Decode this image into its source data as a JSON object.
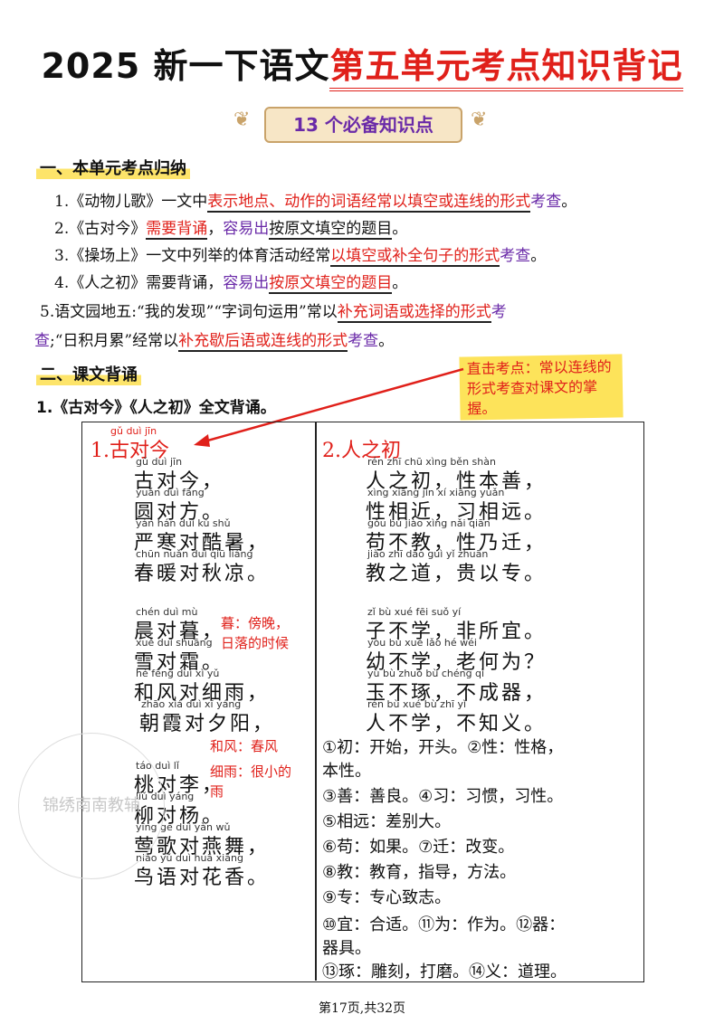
{
  "title": {
    "prefix": "2025 新一下语文",
    "highlight": "第五单元考点知识背记"
  },
  "badge": "13 个必备知识点",
  "section1": {
    "heading": "一、本单元考点归纳"
  },
  "section2": {
    "heading": "二、课文背诵",
    "sub": "1.《古对今》《人之初》全文背诵。"
  },
  "note": "直击考点：常以连线的形式考查对课文的掌握。",
  "left": {
    "header": "1.古对今",
    "header_py": "gǔ duì jīn",
    "lines": [
      {
        "py": "gǔ  duì  jīn",
        "hz": "古对今，"
      },
      {
        "py": "yuán duì fāng",
        "hz": "圆对方。"
      },
      {
        "py": "yán hán duì kù shǔ",
        "hz": "严寒对酷暑，"
      },
      {
        "py": "chūn nuǎn duì qiū liáng",
        "hz": "春暖对秋凉。"
      },
      {
        "py": "chén duì mù",
        "hz": "晨对暮，"
      },
      {
        "py": "xuě duì shuāng",
        "hz": "雪对霜。"
      },
      {
        "py": "hé fēng duì xì yǔ",
        "hz": "和风对细雨，"
      },
      {
        "py": "zhāo xiá duì xī yáng",
        "hz": "朝霞对夕阳，"
      },
      {
        "py": "táo duì lǐ",
        "hz": "桃对李，"
      },
      {
        "py": "liǔ duì yáng",
        "hz": "柳对杨。"
      },
      {
        "py": "yīng gē duì yàn wǔ",
        "hz": "莺歌对燕舞，"
      },
      {
        "py": "niǎo yǔ duì huā xiāng",
        "hz": "鸟语对花香。"
      }
    ],
    "gloss1_a": "暮：傍晚，",
    "gloss1_b": "日落的时候",
    "gloss2": "和风：春风",
    "gloss3_a": "细雨：很小的",
    "gloss3_b": "雨"
  },
  "right": {
    "header": "2.人之初",
    "lines": [
      {
        "py": "rén zhī chū  xìng běn shàn",
        "hz": "人之初，性本善，"
      },
      {
        "py": "xìng xiāng jìn  xí xiāng yuǎn",
        "hz": "性相近，习相远。"
      },
      {
        "py": "gǒu bú jiào  xìng nǎi qiān",
        "hz": "苟不教，性乃迁，"
      },
      {
        "py": "jiào zhī dào  guì yǐ zhuān",
        "hz": "教之道，贵以专。"
      },
      {
        "py": "zǐ bù xué  fēi suǒ yí",
        "hz": "子不学，非所宜。"
      },
      {
        "py": "yòu bù xué  lǎo hé wéi",
        "hz": "幼不学，老何为？"
      },
      {
        "py": "yù bù zhuó  bù chéng qì",
        "hz": "玉不琢，不成器，"
      },
      {
        "py": "rén bù xué  bù zhī yì",
        "hz": "人不学，不知义。"
      }
    ],
    "vocab": [
      "①初：开始，开头。②性：性格，",
      "本性。",
      "③善：善良。④习：习惯，习性。",
      "⑤相远：差别大。",
      "⑥苟：如果。⑦迁：改变。",
      "⑧教：教育，指导，方法。",
      "⑨专：专心致志。",
      "⑩宜：合适。⑪为：作为。⑫器：",
      "器具。",
      "⑬琢：雕刻，打磨。⑭义：道理。"
    ]
  },
  "watermark": "锦绣南南教辅",
  "footer": "第17页,共32页"
}
